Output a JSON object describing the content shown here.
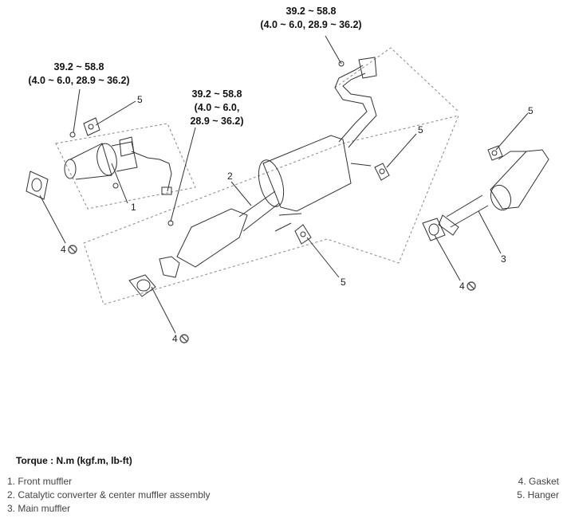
{
  "torque_labels": {
    "top_center": {
      "value": "39.2 ~ 58.8",
      "sub": "(4.0 ~ 6.0, 28.9 ~ 36.2)"
    },
    "left_upper": {
      "value": "39.2 ~ 58.8",
      "sub": "(4.0 ~ 6.0, 28.9 ~ 36.2)"
    },
    "middle": {
      "value": "39.2 ~ 58.8",
      "sub1": "(4.0 ~ 6.0,",
      "sub2": "28.9 ~ 36.2)"
    }
  },
  "callouts": {
    "c1": "1",
    "c2": "2",
    "c3": "3",
    "c4a": "4",
    "c4b": "4",
    "c4c": "4",
    "c5a": "5",
    "c5b": "5",
    "c5c": "5",
    "c5d": "5"
  },
  "unit_line": "Torque : N.m (kgf.m, lb-ft)",
  "legend": {
    "left": [
      "1. Front muffler",
      "2. Catalytic converter & center muffler assembly",
      "3. Main muffler"
    ],
    "right": [
      "4. Gasket",
      "5. Hanger"
    ]
  },
  "colors": {
    "line": "#333333",
    "dash": "#888888"
  }
}
